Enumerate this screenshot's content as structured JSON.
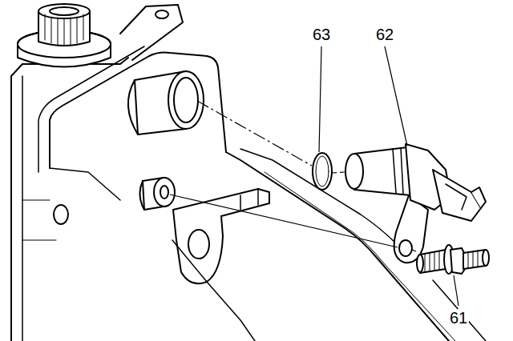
{
  "diagram": {
    "labels": [
      "63",
      "62",
      "61"
    ]
  }
}
